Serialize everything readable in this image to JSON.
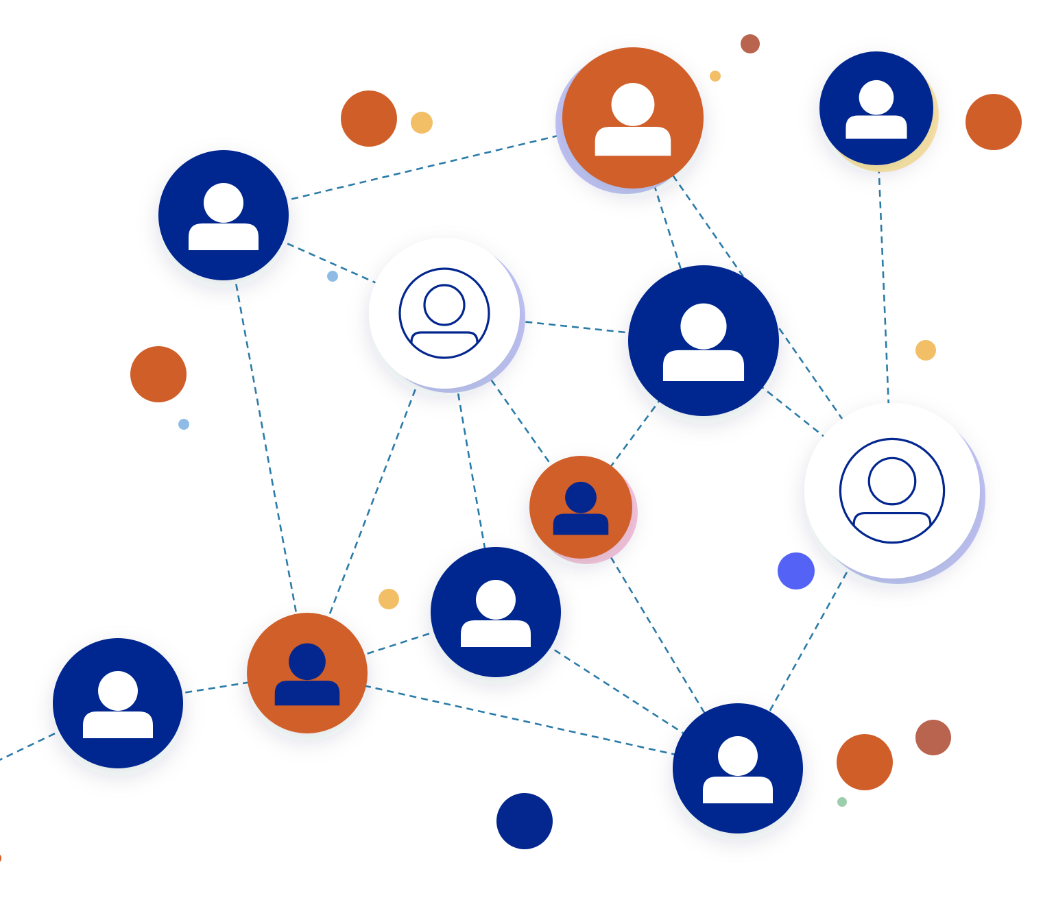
{
  "colors": {
    "navy": "#03268F",
    "orange": "#D05E29",
    "white": "#FFFFFF",
    "edge": "#2B7BA8",
    "gold": "#F2BE66",
    "brick": "#B9644F",
    "skyblue": "#8FBCE6",
    "periwinkle": "#5463F5",
    "mint": "#9CCEAE",
    "lavender": "#C3C6F5",
    "pastel_yellow": "#FFE7A6",
    "pink": "#F8C6DC"
  },
  "diagram": {
    "nodes": [
      {
        "id": "n1",
        "style": "navy-filled",
        "icon": "user-icon"
      },
      {
        "id": "n2",
        "style": "orange-filled",
        "icon": "user-icon",
        "accent": "lavender"
      },
      {
        "id": "n3",
        "style": "navy-filled",
        "icon": "user-icon",
        "accent": "pastel_yellow"
      },
      {
        "id": "n4",
        "style": "white-outline",
        "icon": "user-outline-icon",
        "accent": "lavender"
      },
      {
        "id": "n5",
        "style": "navy-filled",
        "icon": "user-icon"
      },
      {
        "id": "n6",
        "style": "orange-navy-icon",
        "icon": "user-icon",
        "accent": "pink"
      },
      {
        "id": "n7",
        "style": "white-outline",
        "icon": "user-outline-icon",
        "accent": "lavender"
      },
      {
        "id": "n8",
        "style": "navy-filled",
        "icon": "user-icon"
      },
      {
        "id": "n9",
        "style": "orange-navy-icon",
        "icon": "user-icon"
      },
      {
        "id": "n10",
        "style": "navy-filled",
        "icon": "user-icon"
      },
      {
        "id": "n11",
        "style": "navy-filled",
        "icon": "user-icon"
      }
    ],
    "edges": [
      [
        "n1",
        "n2"
      ],
      [
        "n1",
        "n4"
      ],
      [
        "n1",
        "n9"
      ],
      [
        "n2",
        "n5"
      ],
      [
        "n2",
        "n7"
      ],
      [
        "n3",
        "n7"
      ],
      [
        "n4",
        "n5"
      ],
      [
        "n4",
        "n6"
      ],
      [
        "n4",
        "n8"
      ],
      [
        "n4",
        "n9"
      ],
      [
        "n5",
        "n6"
      ],
      [
        "n5",
        "n7"
      ],
      [
        "n6",
        "n11"
      ],
      [
        "n7",
        "n11"
      ],
      [
        "n8",
        "n9"
      ],
      [
        "n8",
        "n11"
      ],
      [
        "n9",
        "n10"
      ],
      [
        "n9",
        "n11"
      ],
      [
        "n10",
        "offscreen-left"
      ]
    ],
    "dots": [
      {
        "color": "brick"
      },
      {
        "color": "gold"
      },
      {
        "color": "orange"
      },
      {
        "color": "gold"
      },
      {
        "color": "orange"
      },
      {
        "color": "skyblue"
      },
      {
        "color": "orange"
      },
      {
        "color": "skyblue"
      },
      {
        "color": "gold"
      },
      {
        "color": "gold"
      },
      {
        "color": "periwinkle"
      },
      {
        "color": "brick"
      },
      {
        "color": "orange"
      },
      {
        "color": "mint"
      },
      {
        "color": "navy"
      },
      {
        "color": "orange"
      }
    ]
  }
}
